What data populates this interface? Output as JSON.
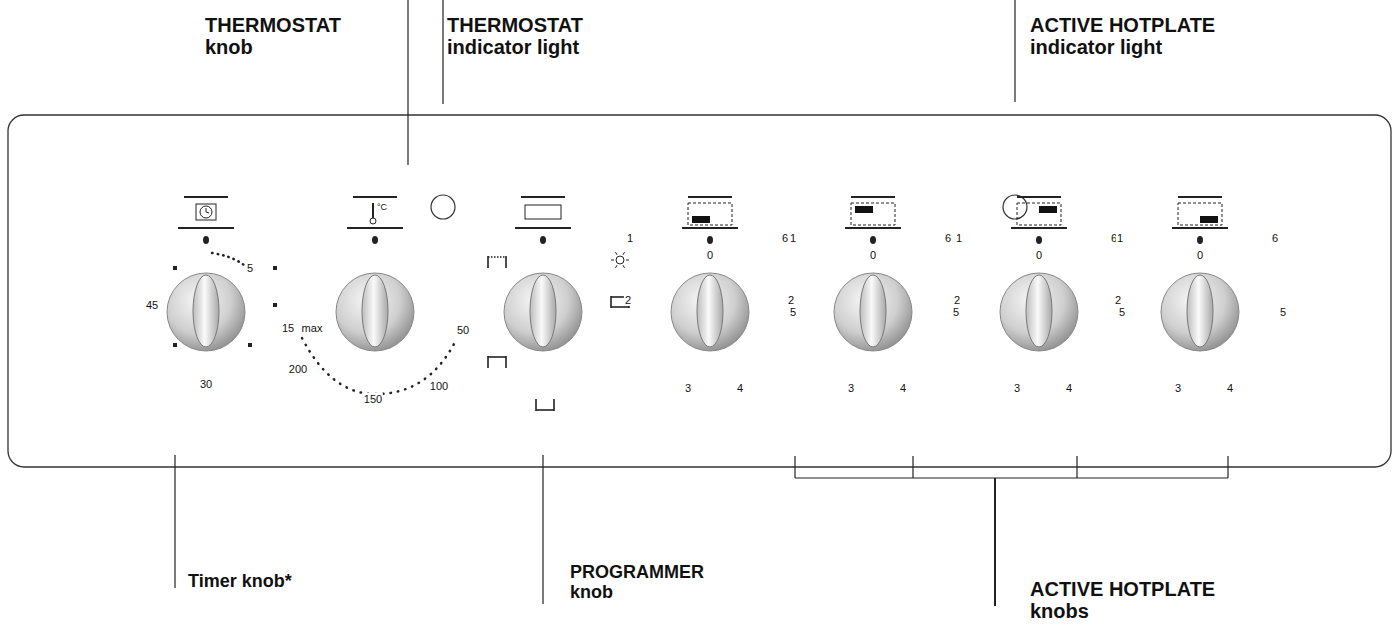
{
  "diagram": {
    "labels": [
      "THERMOSTAT knob",
      "THERMOSTAT indicator light",
      "ACTIVE HOTPLATE indicator light",
      "°C",
      "5",
      "45",
      "15",
      "30",
      "max",
      "50",
      "200",
      "100",
      "150",
      "0",
      "1",
      "6",
      "2",
      "5",
      "3",
      "4",
      "0",
      "1",
      "6",
      "2",
      "5",
      "3",
      "4",
      "0",
      "1",
      "6",
      "2",
      "5",
      "3",
      "4",
      "0",
      "1",
      "6",
      "2",
      "5",
      "3",
      "4",
      "Timer knob*",
      "PROGRAMMER knob",
      "ACTIVE HOTPLATE knobs"
    ]
  }
}
